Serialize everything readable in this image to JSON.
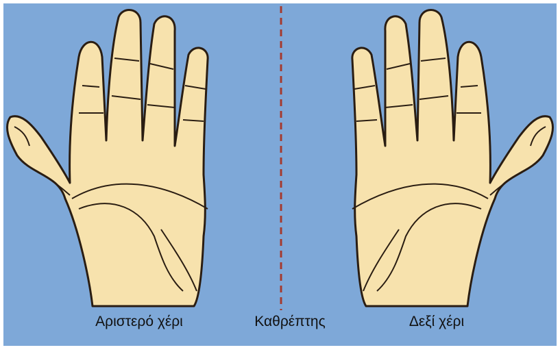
{
  "colors": {
    "background": "#7ea8d8",
    "skin": "#f7e2ad",
    "outline": "#2a1d12",
    "mirror_line": "#a53a2e",
    "text": "#111111"
  },
  "labels": {
    "left_hand": "Αριστερό χέρι",
    "mirror": "Καθρέπτης",
    "right_hand": "Δεξί χέρι"
  }
}
